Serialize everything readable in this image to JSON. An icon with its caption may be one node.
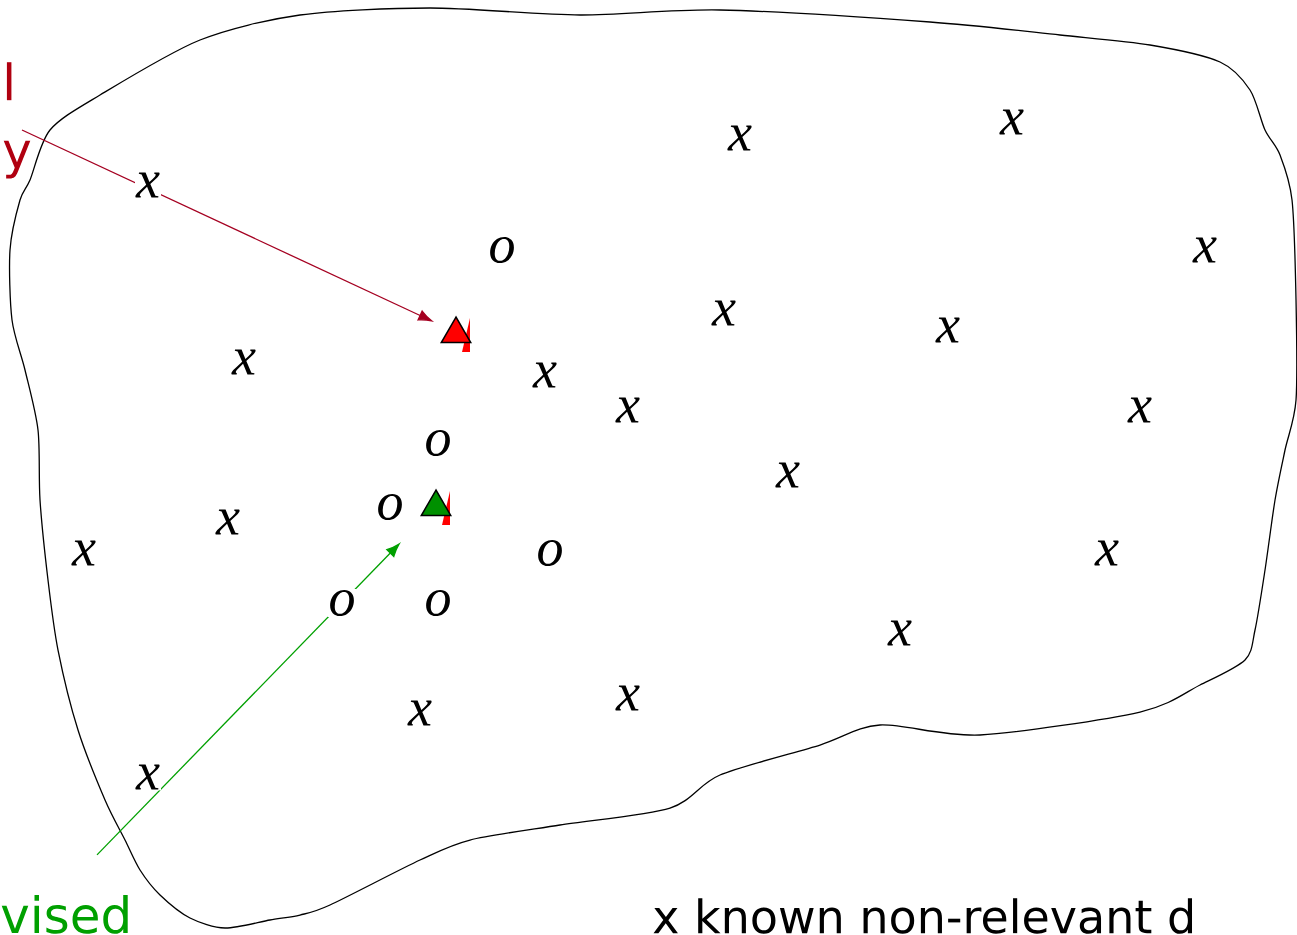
{
  "diagram": {
    "nodes": [
      {
        "text": [],
        "shape": "cloud"
      },
      {
        "text": [],
        "shape": "triangle",
        "in": 0
      },
      {
        "text": [],
        "shape": "triangle",
        "in": 0
      },
      {
        "text": [
          "l y"
        ]
      },
      {
        "text": [
          "vised"
        ]
      }
    ],
    "edges": [
      {
        "from": 3,
        "to": 1,
        "arrow": "to",
        "color": "#a50021"
      },
      {
        "from": 4,
        "to": 2,
        "arrow": "to",
        "color": "#00a000"
      }
    ],
    "labels": [
      "x",
      "x",
      "x",
      "o",
      "x",
      "x",
      "x",
      "x",
      "x",
      "x",
      "x",
      "o",
      "x",
      "o",
      "x",
      "x",
      "o",
      "x",
      "o",
      "o",
      "x",
      "x",
      "x",
      "x",
      "x known non-relevant d"
    ]
  }
}
